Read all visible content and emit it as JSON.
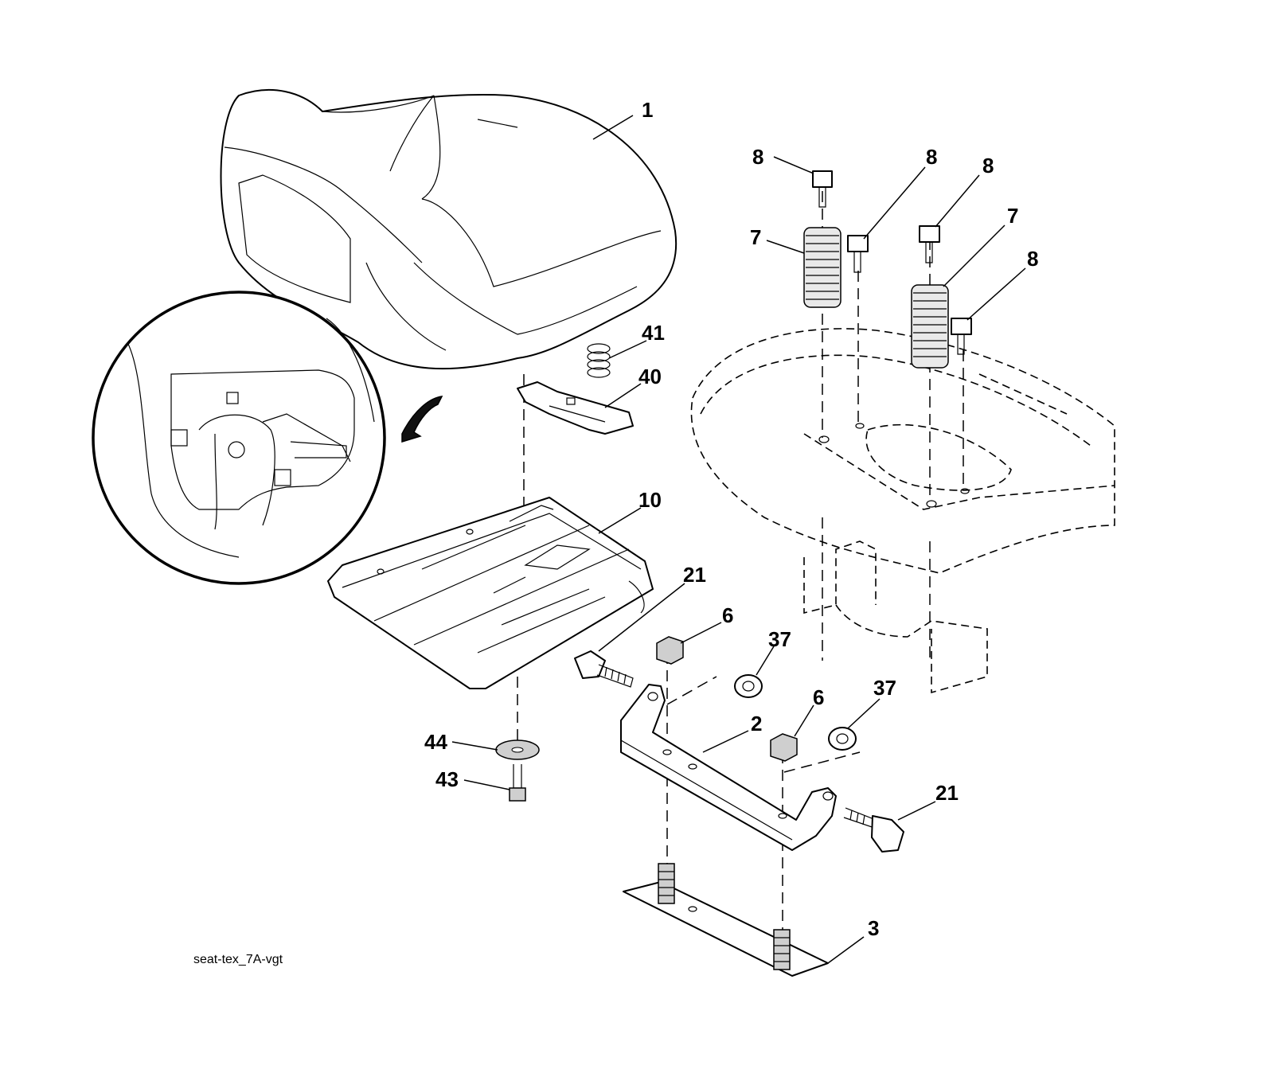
{
  "diagram": {
    "reference_code": "seat-tex_7A-vgt",
    "callouts": [
      "1",
      "8",
      "8",
      "8",
      "7",
      "7",
      "8",
      "41",
      "40",
      "10",
      "21",
      "6",
      "37",
      "6",
      "37",
      "2",
      "21",
      "44",
      "43",
      "3"
    ]
  }
}
